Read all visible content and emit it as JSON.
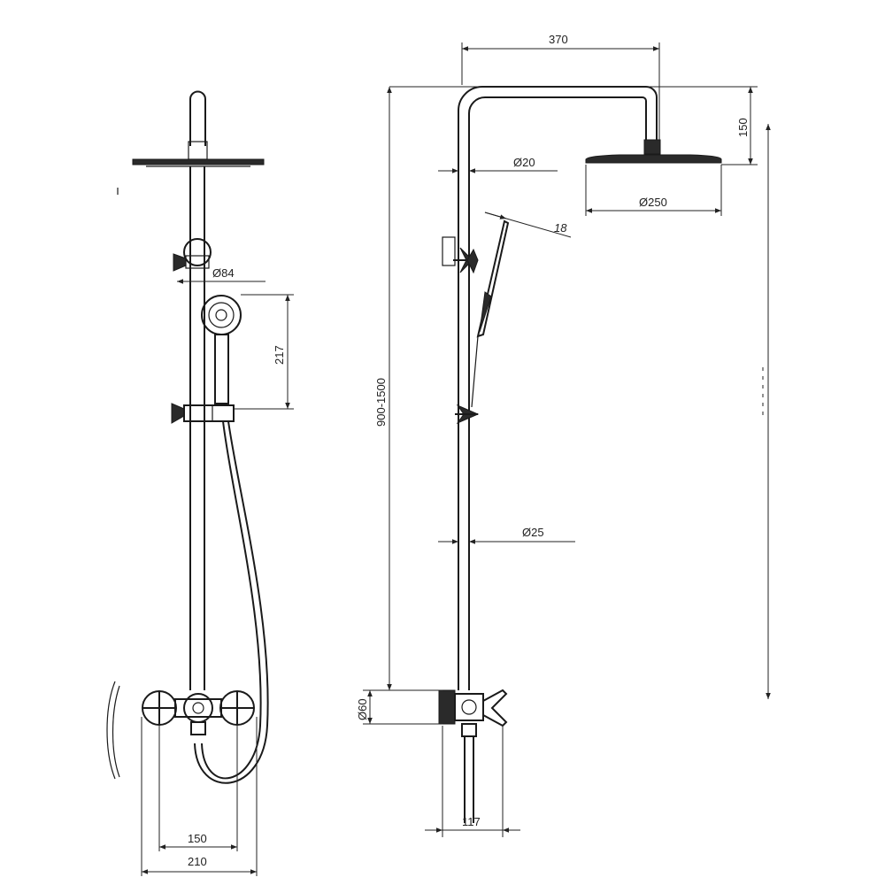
{
  "drawing": {
    "title": "Shower column technical drawing",
    "front_view": {
      "handshower_diameter": "Ø84",
      "handshower_height": "217",
      "mixer_inner_spacing": "150",
      "mixer_outer_width": "210"
    },
    "side_view": {
      "arm_reach": "370",
      "head_drop": "150",
      "arm_diameter": "Ø20",
      "head_diameter": "Ø250",
      "handshower_angle_dim": "18",
      "height_range": "900-1500",
      "riser_diameter": "Ø25",
      "mixer_diameter": "Ø60",
      "mixer_projection": "117"
    }
  }
}
